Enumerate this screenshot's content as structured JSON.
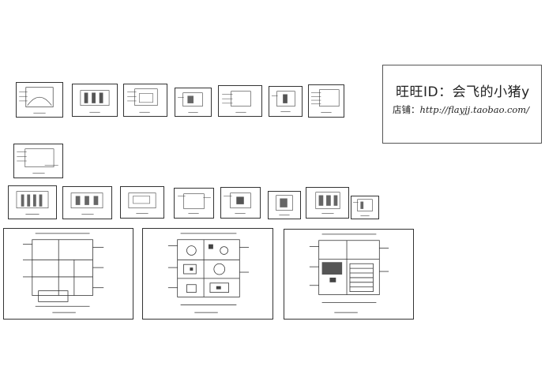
{
  "info_box": {
    "title": "旺旺ID：会飞的小猪y",
    "shop_label": "店铺：",
    "shop_url": "http://flayjj.taobao.com/"
  },
  "colors": {
    "line": "#333333",
    "background": "#ffffff"
  },
  "drawing_sheets": {
    "row1_count": 7,
    "row2_count": 1,
    "row3_count": 8,
    "floor_plan_count": 3
  }
}
